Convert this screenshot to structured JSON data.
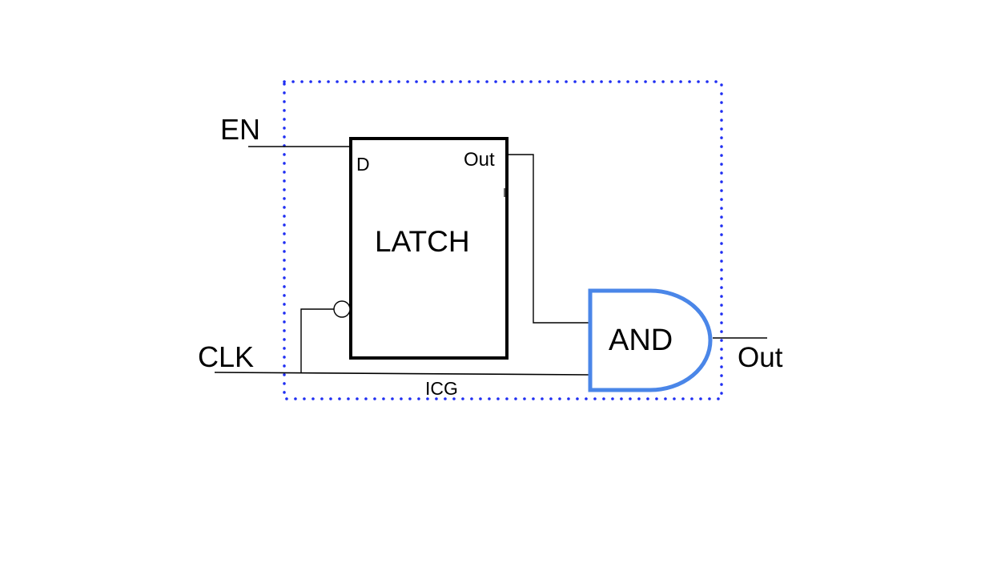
{
  "diagram": {
    "labels": {
      "en": "EN",
      "clk": "CLK",
      "d_pin": "D",
      "latch_out": "Out",
      "latch": "LATCH",
      "and_gate": "AND",
      "output": "Out",
      "icg": "ICG"
    },
    "colors": {
      "boundary": "#1f2ef2",
      "and_gate_stroke": "#4a86e8",
      "wire": "#000000",
      "latch_stroke": "#000000"
    }
  }
}
